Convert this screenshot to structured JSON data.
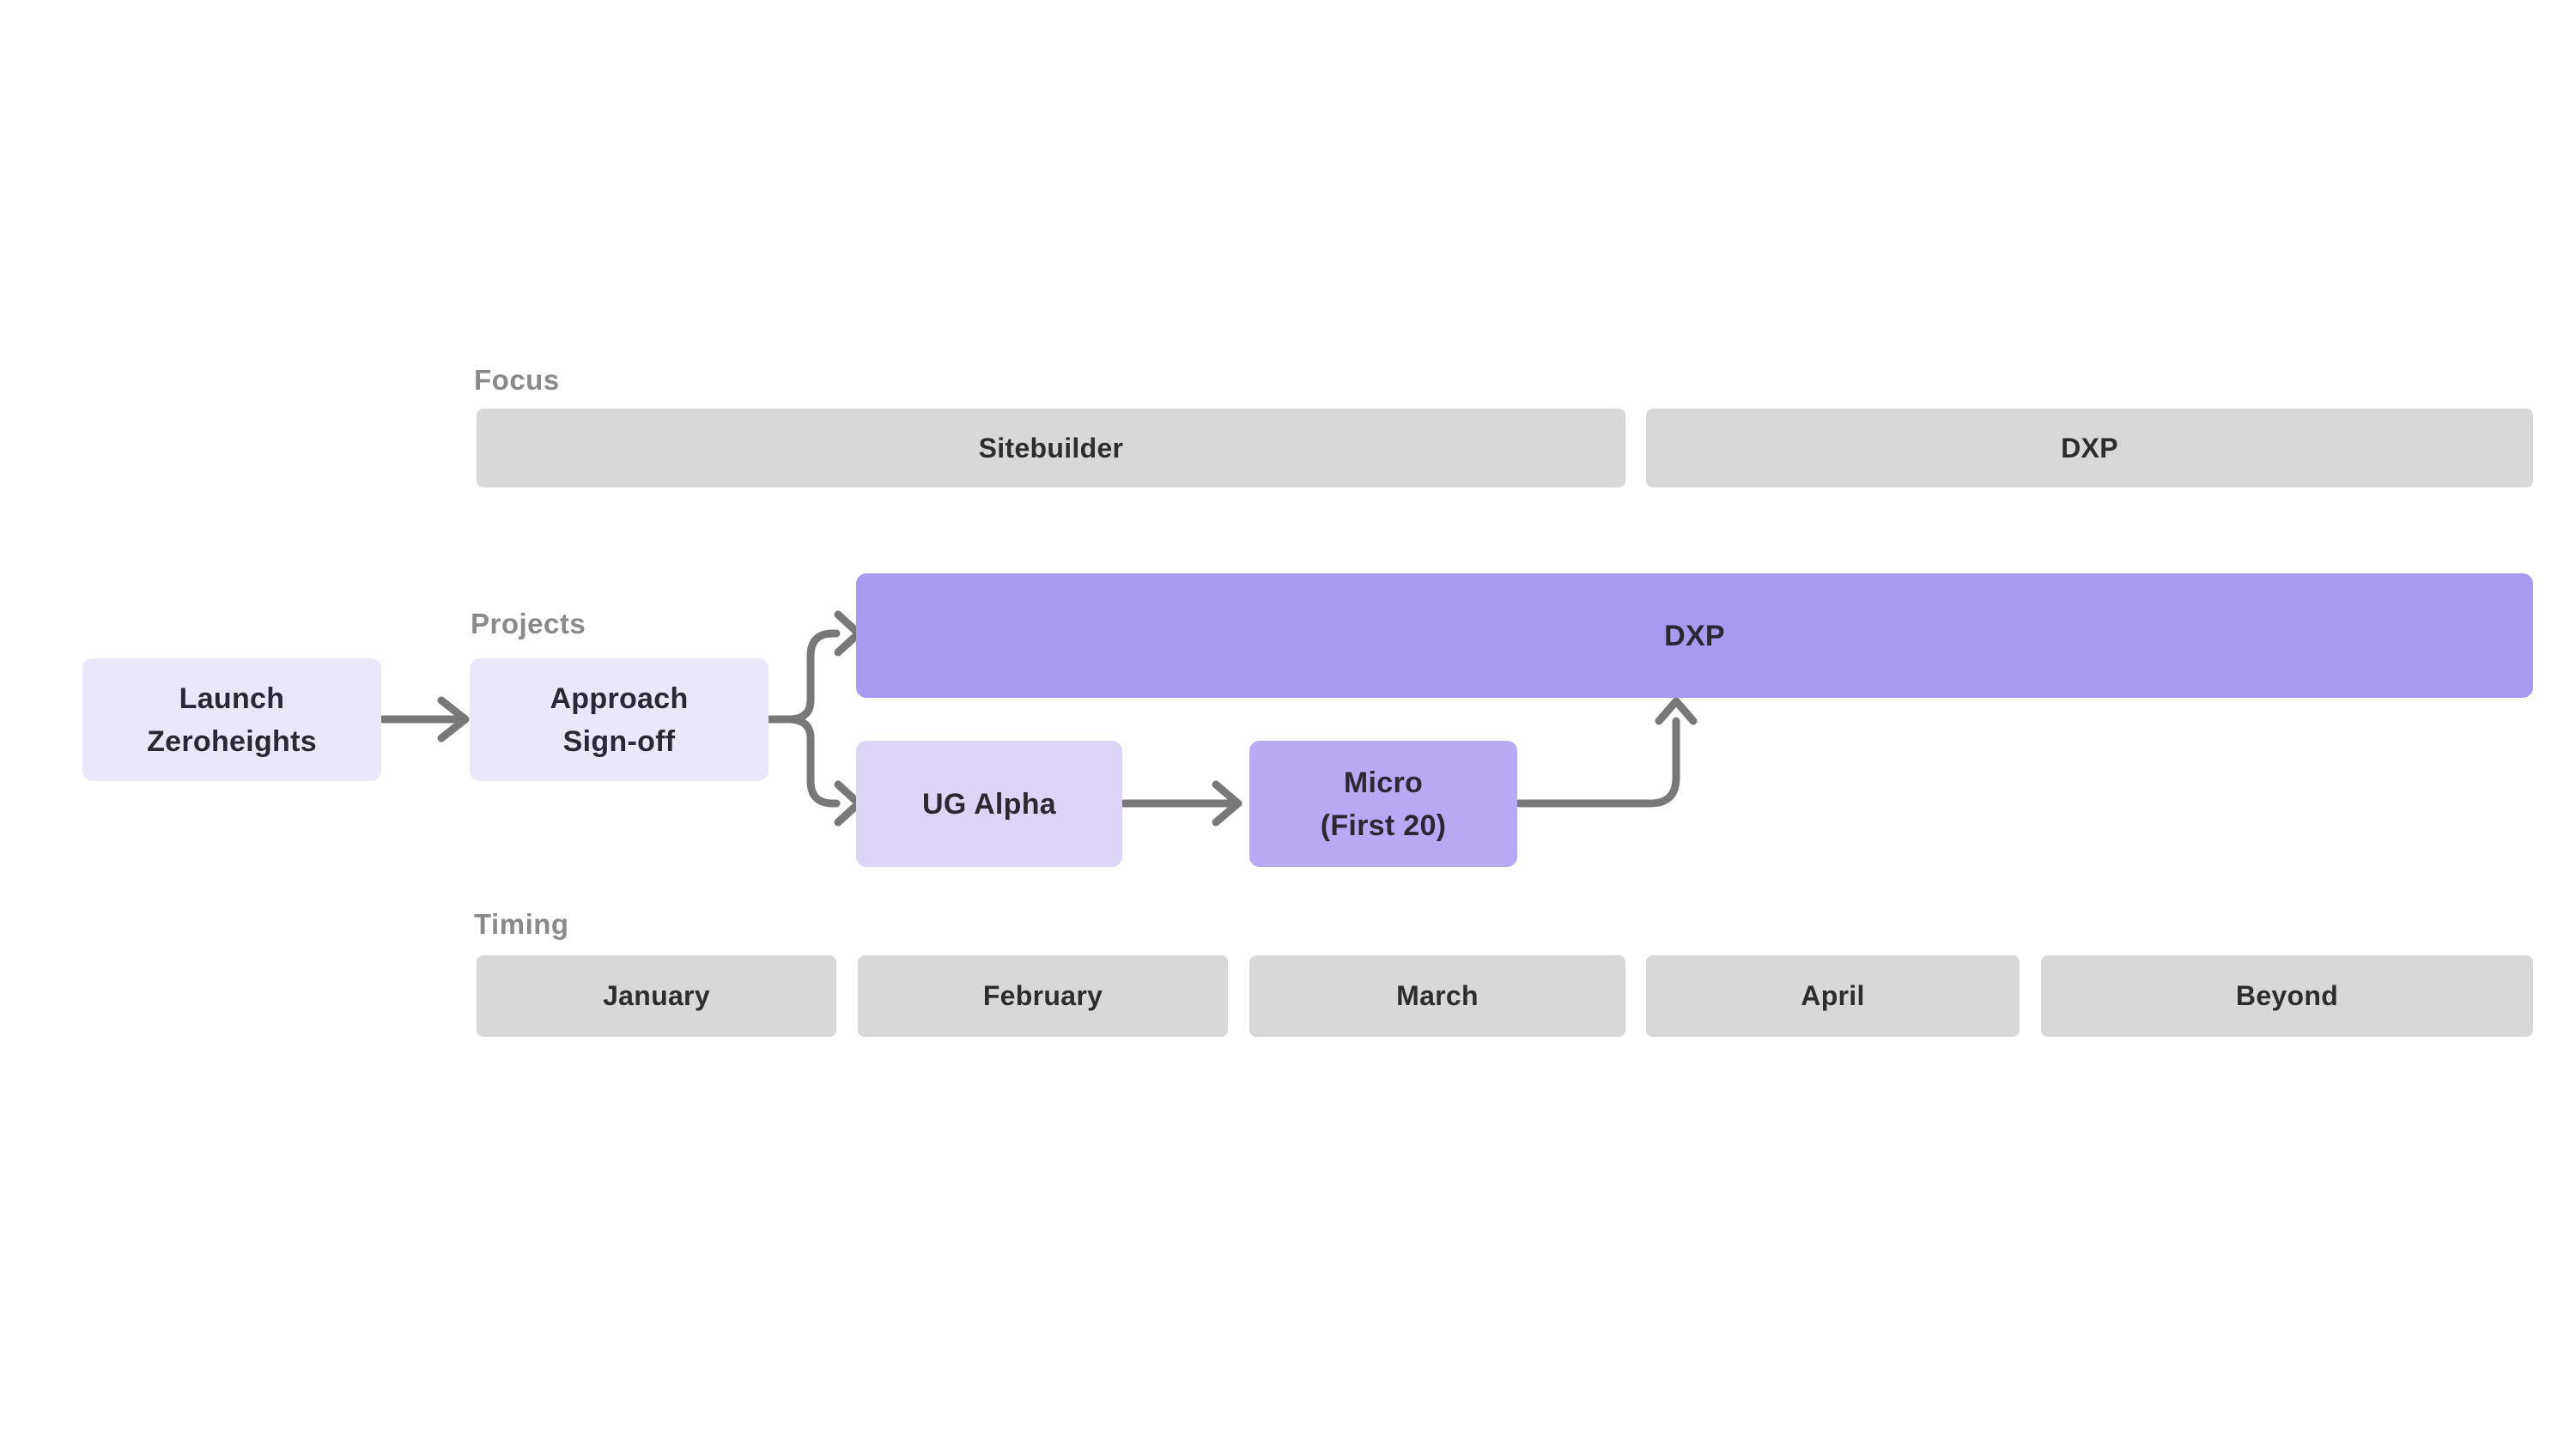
{
  "focus": {
    "label": "Focus",
    "bars": [
      {
        "label": "Sitebuilder"
      },
      {
        "label": "DXP"
      }
    ]
  },
  "projects": {
    "label": "Projects",
    "nodes": {
      "launch": {
        "line1": "Launch",
        "line2": "Zeroheights"
      },
      "approach": {
        "line1": "Approach",
        "line2": "Sign-off"
      },
      "dxp": {
        "label": "DXP"
      },
      "ug_alpha": {
        "label": "UG Alpha"
      },
      "micro": {
        "line1": "Micro",
        "line2": "(First 20)"
      }
    }
  },
  "timing": {
    "label": "Timing",
    "bars": [
      {
        "label": "January"
      },
      {
        "label": "February"
      },
      {
        "label": "March"
      },
      {
        "label": "April"
      },
      {
        "label": "Beyond"
      }
    ]
  },
  "colors": {
    "section_label": "#8a8a8a",
    "gray_bar_bg": "#d8d8d8",
    "bar_text": "#2d2d2d",
    "box_text": "#2b2833",
    "stage_bg": "#e9e7f8",
    "ug_alpha_bg": "#ddd5f8",
    "micro_bg": "#b7a9f4",
    "dxp_bar_bg": "#a79af0",
    "arrow": "#787878",
    "page_bg": "#ffffff"
  }
}
